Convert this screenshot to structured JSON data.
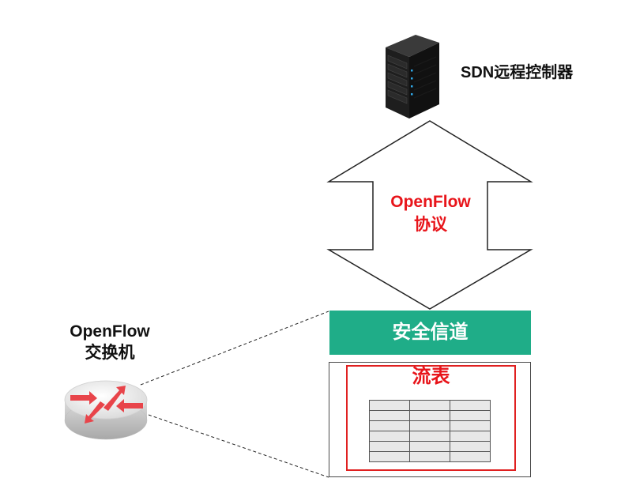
{
  "controller": {
    "label": "SDN远程控制器",
    "icon": "server-icon"
  },
  "protocol": {
    "line1": "OpenFlow",
    "line2": "协议",
    "color": "#e8141a"
  },
  "switch": {
    "line1": "OpenFlow",
    "line2": "交换机",
    "icon": "router-icon"
  },
  "secure_channel": {
    "label": "安全信道",
    "color": "#1fad88"
  },
  "flow_table": {
    "title": "流表",
    "rows": 6,
    "columns": 3,
    "border_color": "#e02020"
  }
}
